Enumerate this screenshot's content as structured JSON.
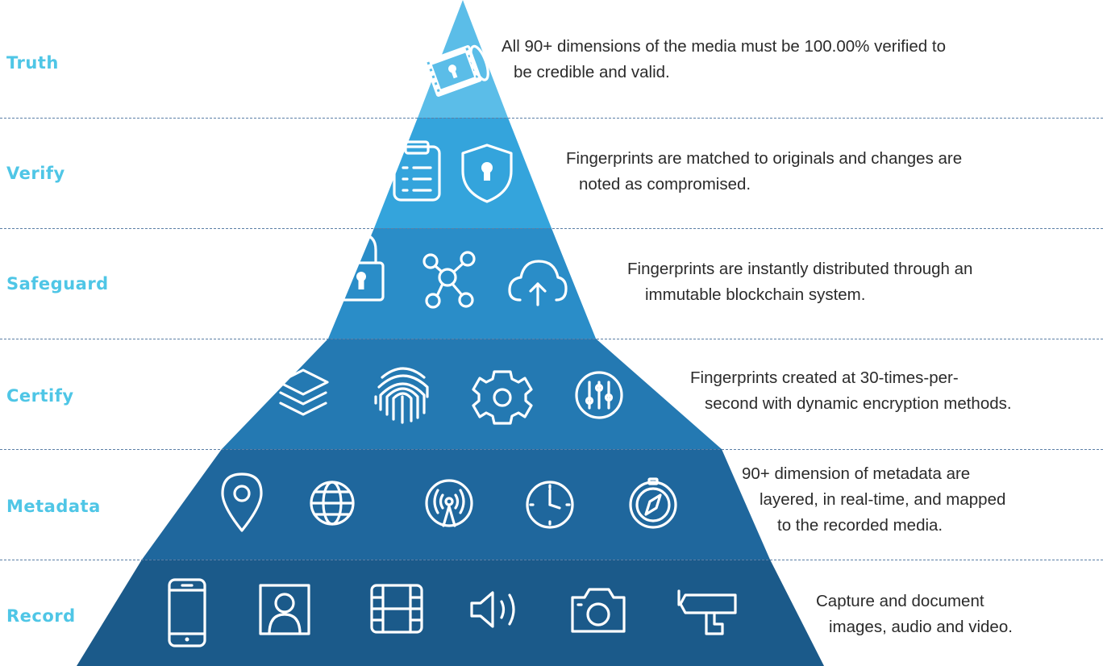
{
  "colors": {
    "label": "#4fc6e6",
    "text": "#2b2b2b",
    "divider": "#5b7fa6",
    "tiers": [
      "#5bbde8",
      "#34a4dc",
      "#2a8dc8",
      "#2479b2",
      "#1f679d",
      "#1b5a8a"
    ]
  },
  "tiers": [
    {
      "label": "Truth",
      "description": [
        "All 90+ dimensions of the media must be 100.00% verified to",
        "be credible and valid."
      ],
      "icons": [
        "film-lock-icon"
      ]
    },
    {
      "label": "Verify",
      "description": [
        "Fingerprints are matched to originals and changes are",
        "noted as compromised."
      ],
      "icons": [
        "clipboard-list-icon",
        "shield-lock-icon"
      ]
    },
    {
      "label": "Safeguard",
      "description": [
        "Fingerprints are instantly distributed through an",
        "immutable blockchain system."
      ],
      "icons": [
        "padlock-icon",
        "network-nodes-icon",
        "cloud-upload-icon"
      ]
    },
    {
      "label": "Certify",
      "description": [
        "Fingerprints created at 30-times-per-",
        "second with dynamic encryption methods."
      ],
      "icons": [
        "layers-icon",
        "fingerprint-icon",
        "gear-icon",
        "sliders-icon"
      ]
    },
    {
      "label": "Metadata",
      "description": [
        "90+ dimension of metadata are",
        "layered, in real-time, and mapped",
        "to the recorded media."
      ],
      "icons": [
        "location-pin-icon",
        "globe-icon",
        "broadcast-icon",
        "clock-icon",
        "compass-icon"
      ]
    },
    {
      "label": "Record",
      "description": [
        "Capture and document",
        "images, audio and video."
      ],
      "icons": [
        "smartphone-icon",
        "portrait-icon",
        "film-strip-icon",
        "speaker-icon",
        "camera-icon",
        "cctv-camera-icon"
      ]
    }
  ]
}
